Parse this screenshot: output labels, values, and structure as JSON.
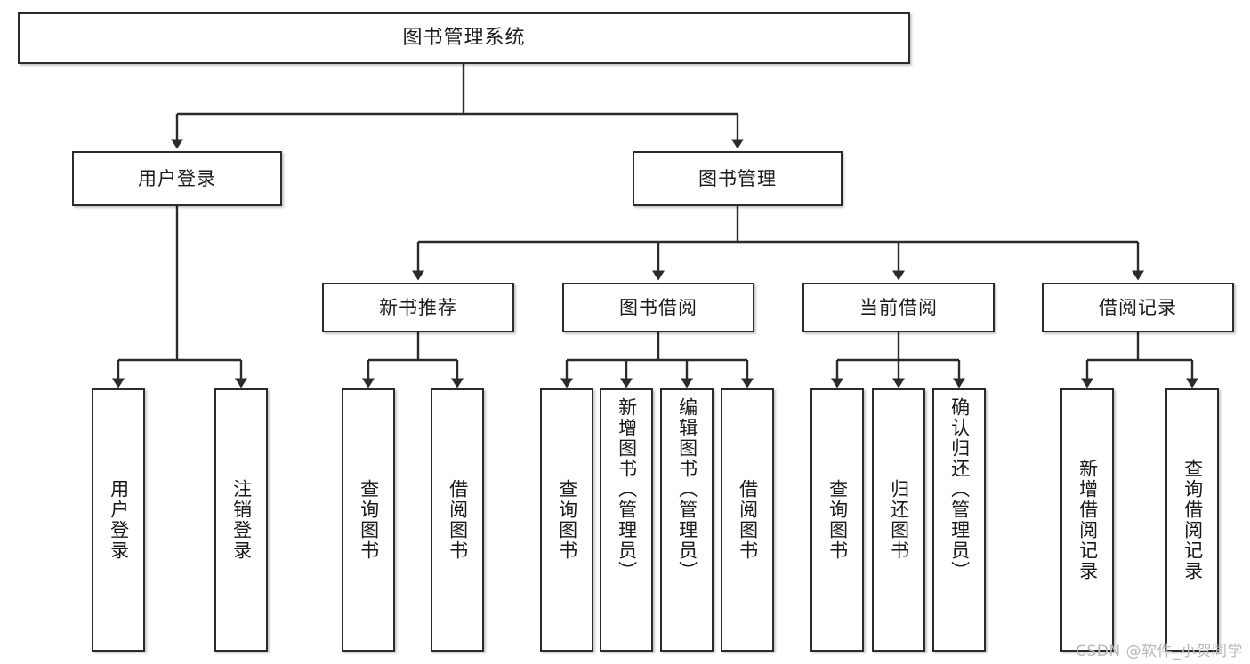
{
  "diagram": {
    "title": "图书管理系统",
    "type": "tree",
    "watermark": "CSDN @软件_小贺同学",
    "root": {
      "label": "图书管理系统"
    },
    "level2": [
      {
        "id": "user-login",
        "label": "用户登录"
      },
      {
        "id": "book-manage",
        "label": "图书管理"
      }
    ],
    "level3": [
      {
        "id": "new-book-recommend",
        "label": "新书推荐",
        "parent": "book-manage"
      },
      {
        "id": "book-borrow",
        "label": "图书借阅",
        "parent": "book-manage"
      },
      {
        "id": "current-borrow",
        "label": "当前借阅",
        "parent": "book-manage"
      },
      {
        "id": "borrow-record",
        "label": "借阅记录",
        "parent": "book-manage"
      }
    ],
    "leaves": [
      {
        "id": "leaf-user-login",
        "label": "用户登录",
        "parent": "user-login"
      },
      {
        "id": "leaf-logout-login",
        "label": "注销登录",
        "parent": "user-login"
      },
      {
        "id": "leaf-query-book-1",
        "label": "查询图书",
        "parent": "new-book-recommend"
      },
      {
        "id": "leaf-borrow-book-1",
        "label": "借阅图书",
        "parent": "new-book-recommend"
      },
      {
        "id": "leaf-query-book-2",
        "label": "查询图书",
        "parent": "book-borrow"
      },
      {
        "id": "leaf-add-book",
        "label": "新增图书（管理员）",
        "parent": "book-borrow"
      },
      {
        "id": "leaf-edit-book",
        "label": "编辑图书（管理员）",
        "parent": "book-borrow"
      },
      {
        "id": "leaf-borrow-book-2",
        "label": "借阅图书",
        "parent": "book-borrow"
      },
      {
        "id": "leaf-query-book-3",
        "label": "查询图书",
        "parent": "current-borrow"
      },
      {
        "id": "leaf-return-book",
        "label": "归还图书",
        "parent": "current-borrow"
      },
      {
        "id": "leaf-confirm-return",
        "label": "确认归还（管理员）",
        "parent": "current-borrow"
      },
      {
        "id": "leaf-add-record",
        "label": "新增借阅记录",
        "parent": "borrow-record"
      },
      {
        "id": "leaf-query-record",
        "label": "查询借阅记录",
        "parent": "borrow-record"
      }
    ],
    "colors": {
      "border": "#2b2b2b",
      "background": "#ffffff",
      "text": "#1a1a1a",
      "watermark": "#b9b9b9"
    }
  }
}
